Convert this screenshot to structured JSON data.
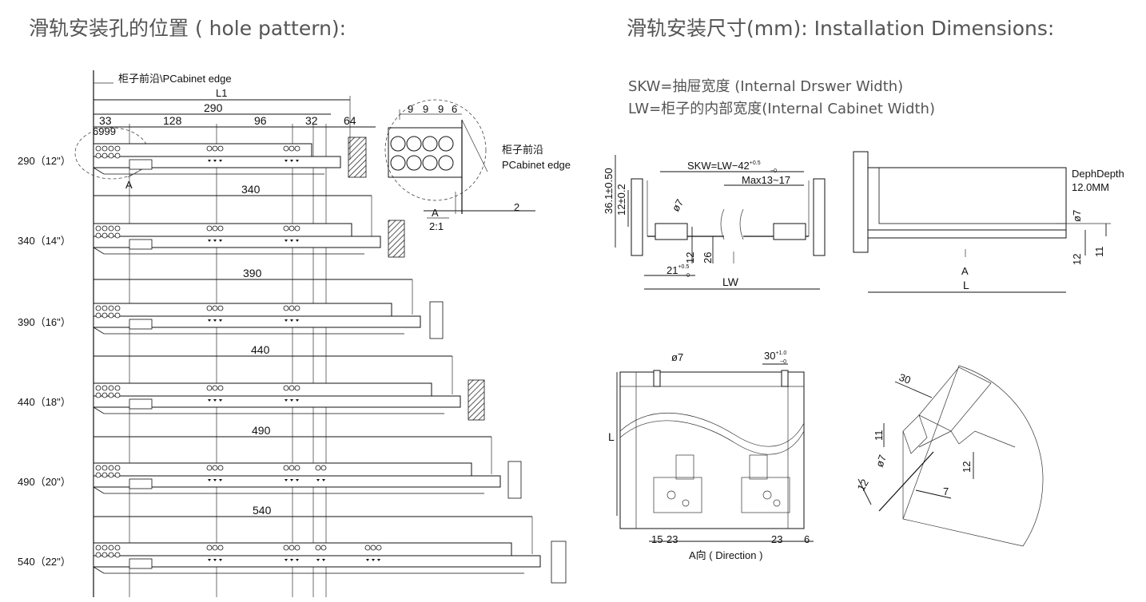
{
  "left_title": "滑轨安装孔的位置 ( hole pattern):",
  "right_title": "滑轨安装尺寸(mm): Installation Dimensions:",
  "definitions": {
    "skw": "SKW=抽屉宽度 (Internal Drswer Width)",
    "lw": "LW=柜子的内部宽度(Internal Cabinet Width)"
  },
  "hole_pattern": {
    "cabinet_edge_label": "柜子前沿\\PCabinet edge",
    "l1_label": "L1",
    "top_dims": [
      "33",
      "128",
      "96",
      "32",
      "64"
    ],
    "small_dims": "6999",
    "len_290": "290",
    "a_label": "A",
    "rows": [
      {
        "label": "290（12\"）",
        "length": "290"
      },
      {
        "label": "340（14\"）",
        "length": "340"
      },
      {
        "label": "390（16\"）",
        "length": "390"
      },
      {
        "label": "440（18\"）",
        "length": "440"
      },
      {
        "label": "490（20\"）",
        "length": "490"
      },
      {
        "label": "540（22\"）",
        "length": "540"
      }
    ]
  },
  "detail_a": {
    "dims": [
      "9",
      "9",
      "9",
      "6"
    ],
    "edge_cn": "柜子前沿",
    "edge_en": "PCabinet edge",
    "label": "A",
    "scale": "2:1",
    "gap": "2"
  },
  "front_view": {
    "skw_label": "SKW=LW−42",
    "skw_tol": "+0.5",
    "skw_tol_low": "−0",
    "max_label": "Max13~17",
    "d361": "36.1±0.50",
    "d12": "12±0.2",
    "phi7": "ø7",
    "d12b": "12",
    "d26": "26",
    "d21": "21",
    "d21_tol": "+0.5",
    "d21_tol_low": "−0",
    "lw_label": "LW"
  },
  "side_view": {
    "depth_label": "DephDepth",
    "depth_value": "12.0MM",
    "phi7": "ø7",
    "d12": "12",
    "d11": "11",
    "a_label": "A",
    "l_label": "L"
  },
  "bottom_view": {
    "phi7": "ø7",
    "d30": "30",
    "d30_tol": "+1.0",
    "d30_tol_low": "−0",
    "l_label": "L",
    "d15": "15",
    "d23a": "23",
    "d23b": "23",
    "d6": "6",
    "direction": "A向 ( Direction )"
  },
  "iso_view": {
    "d30": "30",
    "d11": "11",
    "phi": "ø7",
    "d12a": "12",
    "d12b": "12",
    "d7": "7"
  }
}
